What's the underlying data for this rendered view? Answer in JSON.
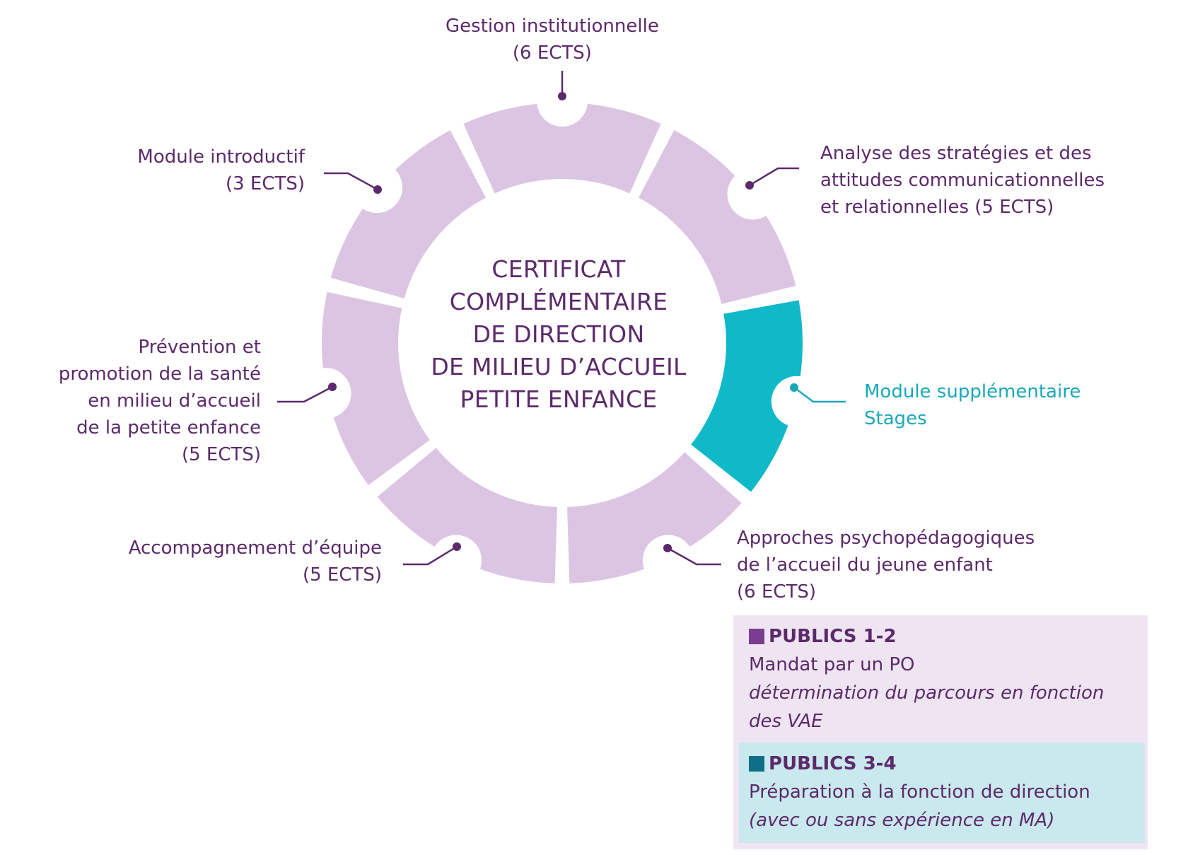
{
  "diagram": {
    "center_title_lines": [
      "CERTIFICAT",
      "COMPLÉMENTAIRE",
      "DE DIRECTION",
      "DE MILIEU D’ACCUEIL",
      "PETITE ENFANCE"
    ],
    "modules": [
      {
        "label_lines": [
          "Gestion institutionnelle",
          "(6 ECTS)"
        ]
      },
      {
        "label_lines": [
          "Analyse des stratégies et des",
          "attitudes communicationnelles",
          "et relationnelles (5 ECTS)"
        ]
      },
      {
        "label_lines": [
          "Module supplémentaire",
          "Stages"
        ]
      },
      {
        "label_lines": [
          "Approches psychopédagogiques",
          "de l’accueil du jeune enfant",
          "(6 ECTS)"
        ]
      },
      {
        "label_lines": [
          "Accompagnement d’équipe",
          "(5 ECTS)"
        ]
      },
      {
        "label_lines": [
          "Prévention et",
          "promotion de la santé",
          "en milieu d’accueil",
          "de la petite enfance",
          "(5 ECTS)"
        ]
      },
      {
        "label_lines": [
          "Module introductif",
          "(3 ECTS)"
        ]
      }
    ]
  },
  "legend": {
    "publics_1_2": {
      "title": "PUBLICS 1-2",
      "line1": "Mandat par un PO",
      "line2": "détermination du parcours en fonction",
      "line3": "des VAE"
    },
    "publics_3_4": {
      "title": "PUBLICS 3-4",
      "line1": "Préparation à la fonction de direction",
      "line2": "(avec ou sans expérience en MA)"
    }
  },
  "colors": {
    "purple_text": "#5c2a6b",
    "segment_lilac": "#dcc5e3",
    "segment_teal": "#0fb9c8",
    "teal_text": "#1aa8b8",
    "swatch_purple": "#7b3d8f",
    "swatch_teal": "#0f6f86",
    "legend_bg_purple": "#efe5f2",
    "legend_bg_teal": "#c9e9ee"
  }
}
